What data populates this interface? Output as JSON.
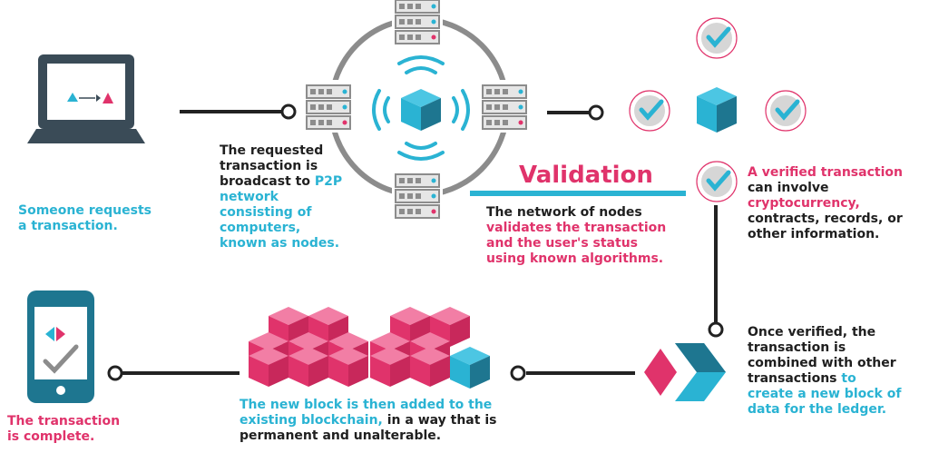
{
  "colors": {
    "cyan": "#2ab3d3",
    "pink": "#e0336b",
    "dark": "#3a4b57",
    "grey": "#8c8c8c",
    "teal": "#1e7690"
  },
  "step1": {
    "label": "Someone requests a transaction."
  },
  "step2": {
    "text_a": "The requested transaction is broadcast to",
    "text_b": "P2P network consisting of computers, known as nodes."
  },
  "step3": {
    "title": "Validation",
    "text_a": "The network of nodes",
    "text_b": "validates the transaction and the user's status using known algorithms."
  },
  "step4": {
    "text_a": "A verified transaction",
    "text_b": "can involve",
    "text_c": "cryptocurrency,",
    "text_d": "contracts, records, or other information."
  },
  "step5": {
    "text_a": "Once verified, the transaction is combined with other transactions",
    "text_b": "to create a new block of data for the ledger."
  },
  "step6": {
    "text_a": "The new block is then added to the existing blockchain,",
    "text_b": "in a way that is permanent and unalterable."
  },
  "step7": {
    "label": "The transaction is complete."
  },
  "icons": [
    "laptop-icon",
    "server-icon",
    "cube-icon",
    "signal-icon",
    "checkmark-icon",
    "chevron-icon",
    "phone-icon",
    "blockchain-icon"
  ]
}
